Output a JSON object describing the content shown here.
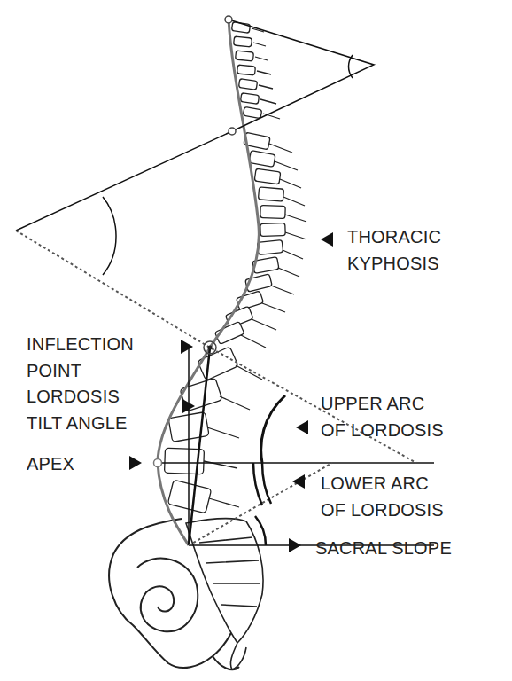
{
  "diagram": {
    "labels": [
      "THORACIC KYPHOSIS",
      "INFLECTION POINT",
      "LORDOSIS TILT ANGLE",
      "APEX",
      "UPPER ARC OF LORDOSIS",
      "LOWER ARC OF LORDOSIS",
      "SACRAL SLOPE"
    ]
  }
}
